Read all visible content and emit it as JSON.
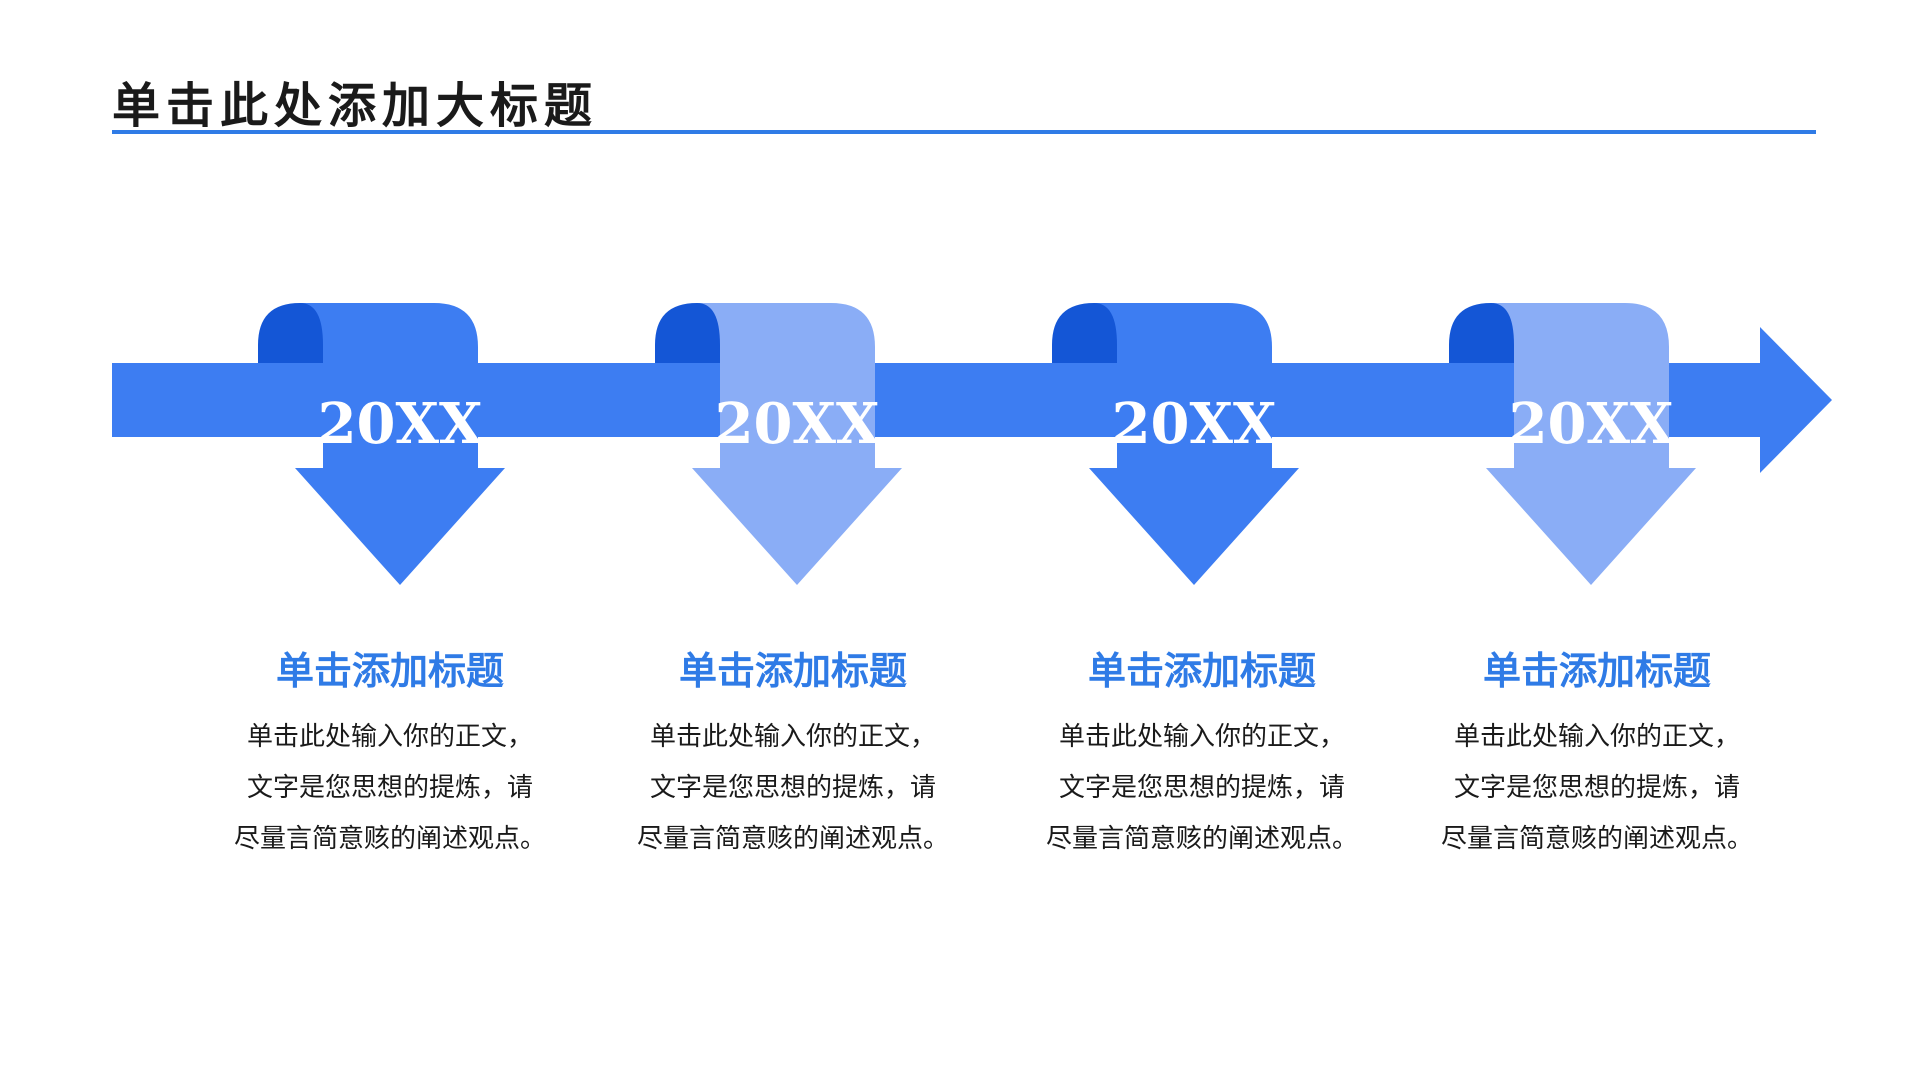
{
  "slide": {
    "title": "单击此处添加大标题",
    "accent_color": "#2f7be6"
  },
  "colors": {
    "arrow_main": "#3d7df2",
    "arrow_dark": "#1456d6",
    "arrow_light": "#8aadf6",
    "item_title": "#2f7be6"
  },
  "timeline": {
    "items": [
      {
        "year": "20XX",
        "variant": "main",
        "title": "单击添加标题",
        "body": [
          "单击此处输入你的正文，",
          "文字是您思想的提炼，请",
          "尽量言简意赅的阐述观点。"
        ]
      },
      {
        "year": "20XX",
        "variant": "light",
        "title": "单击添加标题",
        "body": [
          "单击此处输入你的正文，",
          "文字是您思想的提炼，请",
          "尽量言简意赅的阐述观点。"
        ]
      },
      {
        "year": "20XX",
        "variant": "main",
        "title": "单击添加标题",
        "body": [
          "单击此处输入你的正文，",
          "文字是您思想的提炼，请",
          "尽量言简意赅的阐述观点。"
        ]
      },
      {
        "year": "20XX",
        "variant": "light",
        "title": "单击添加标题",
        "body": [
          "单击此处输入你的正文，",
          "文字是您思想的提炼，请",
          "尽量言简意赅的阐述观点。"
        ]
      }
    ]
  }
}
